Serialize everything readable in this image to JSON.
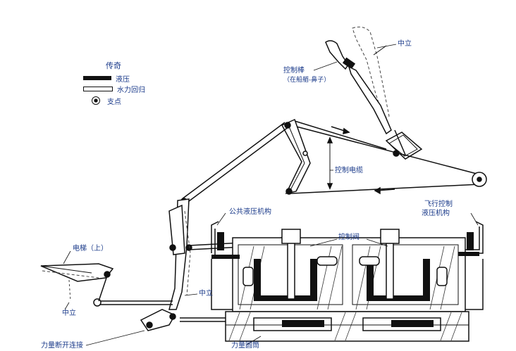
{
  "legend": {
    "title": "传奇",
    "items": [
      {
        "key": "hydraulic",
        "label": "液压"
      },
      {
        "key": "water_return",
        "label": "水力回归"
      },
      {
        "key": "pivot",
        "label": "支点"
      }
    ]
  },
  "labels": {
    "neutral_top": "中立",
    "control_stick": "控制棒",
    "control_stick_sub": "（在船艏-鼻子）",
    "control_cable": "控制电缆",
    "common_hydraulic": "公共液压机构",
    "flight_control_1": "飞行控制",
    "flight_control_2": "液压机构",
    "control_valve": "控制阀",
    "elevator_up": "电梯（上）",
    "neutral_mid": "中立",
    "neutral_left": "中立",
    "force_disconnect": "力量断开连接",
    "force_cylinder": "力量圆筒"
  },
  "colors": {
    "label": "#1a3a8a",
    "line": "#111111",
    "hydraulic": "#111111"
  }
}
